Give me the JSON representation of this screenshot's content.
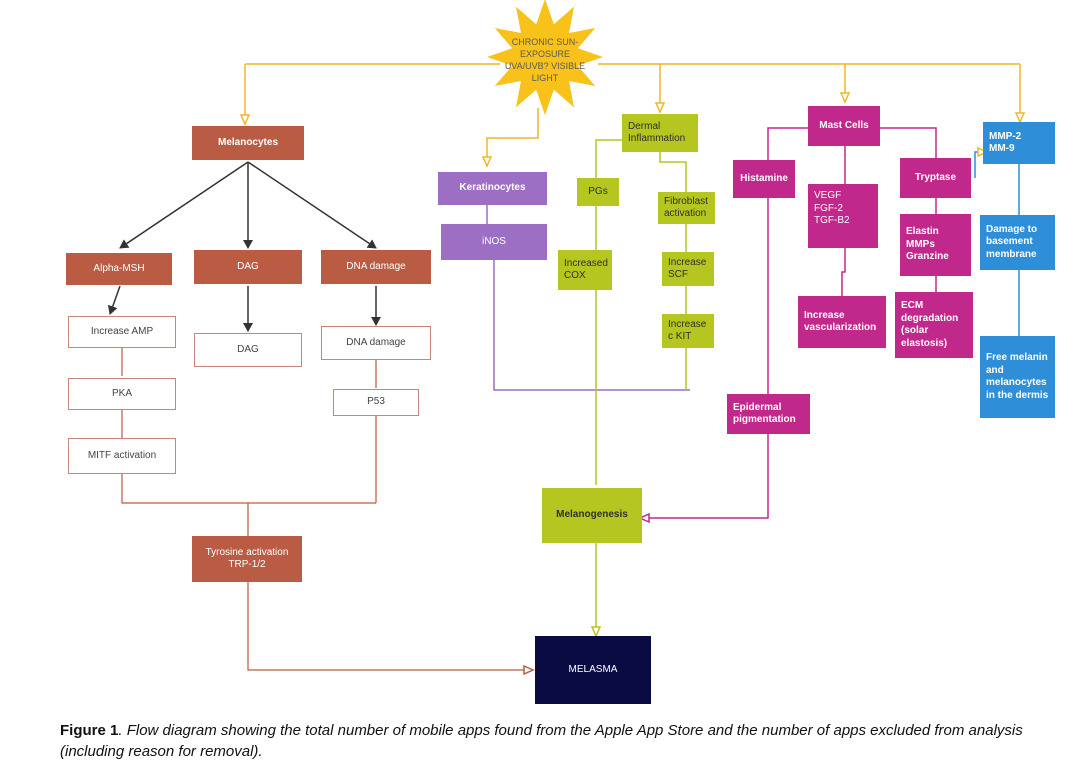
{
  "sun_label": "CHRONIC SUN-\nEXPOSURE\nUVA/UVB? VISIBLE\nLIGHT",
  "colors": {
    "sun": "#f8c21a",
    "brown": "#b95c43",
    "purple": "#9c6fc4",
    "lime": "#b5c620",
    "magenta": "#c0288b",
    "blue": "#2e8fd8",
    "navy": "#0b0b44",
    "arrow_dark": "#333333"
  },
  "nodes": {
    "melanocytes": "Melanocytes",
    "alpha_msh": "Alpha-MSH",
    "dag_top": "DAG",
    "dna_damage_top": "DNA damage",
    "increase_amp": "Increase AMP",
    "dag_box": "DAG",
    "dna_damage_box": "DNA damage",
    "pka": "PKA",
    "p53": "P53",
    "mitf": "MITF activation",
    "tyrosine": "Tyrosine activation\nTRP-1/2",
    "keratinocytes": "Keratinocytes",
    "inos": "iNOS",
    "dermal": "Dermal\nInflammation",
    "pgs": "PGs",
    "increased_cox": "Increased\nCOX",
    "fibroblast": "Fibroblast\nactivation",
    "increase_scf": "Increase\nSCF",
    "increase_ckit": "Increase\nc KIT",
    "mast_cells": "Mast Cells",
    "histamine": "Histamine",
    "vegf": "VEGF\nFGF-2\nTGF-B2",
    "tryptase": "Tryptase",
    "elastin": "Elastin\nMMPs\nGranzine",
    "increase_vasc": "Increase\nvascularization",
    "ecm": "ECM\ndegradation\n(solar\nelastosis)",
    "epidermal": "Epidermal\npigmentation",
    "mmp": "MMP-2\nMM-9",
    "damage_bm": "Damage to\nbasement\nmembrane",
    "free_melanin": "Free melanin\nand\nmelanocytes\nin the dermis",
    "melanogenesis": "Melanogenesis",
    "melasma": "MELASMA"
  },
  "caption": {
    "label": "Figure 1",
    "text": ". Flow diagram showing the total number of mobile apps found from the Apple App Store and the number of apps excluded from analysis (including reason for removal)."
  }
}
